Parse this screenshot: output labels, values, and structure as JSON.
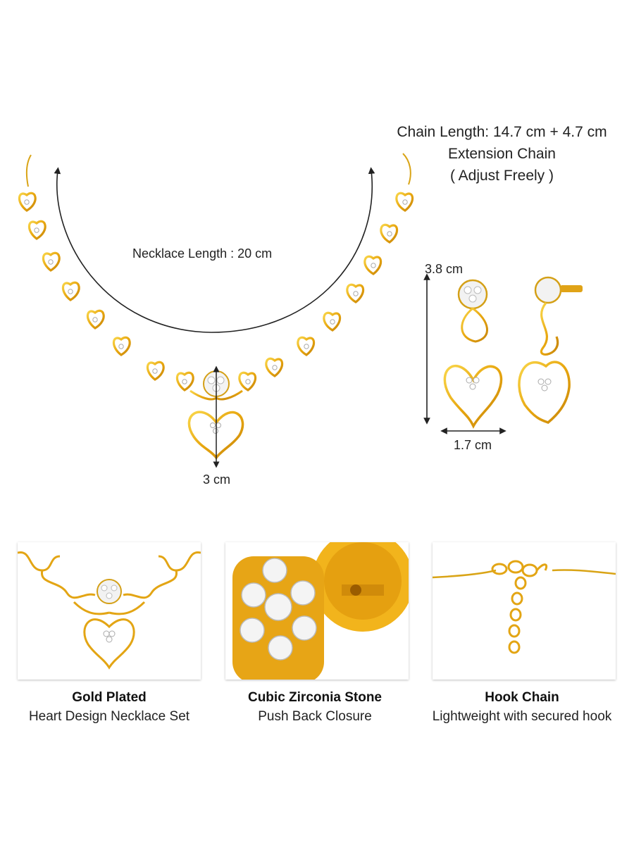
{
  "chain_info": {
    "line1": "Chain Length: 14.7 cm + 4.7 cm",
    "line2": "Extension Chain",
    "line3": "( Adjust Freely )"
  },
  "necklace": {
    "length_label": "Necklace Length : 20 cm",
    "pendant_label": "3 cm"
  },
  "earring": {
    "height_label": "3.8 cm",
    "width_label": "1.7 cm"
  },
  "features": [
    {
      "title": "Gold Plated",
      "subtitle": "Heart Design Necklace Set"
    },
    {
      "title": "Cubic Zirconia Stone",
      "subtitle": "Push Back Closure"
    },
    {
      "title": "Hook Chain",
      "subtitle": "Lightweight with secured hook"
    }
  ],
  "colors": {
    "gold": "#e8a70f",
    "gold_light": "#f7cc3a",
    "stone": "#f2f2f2",
    "measure_line": "#222222"
  }
}
